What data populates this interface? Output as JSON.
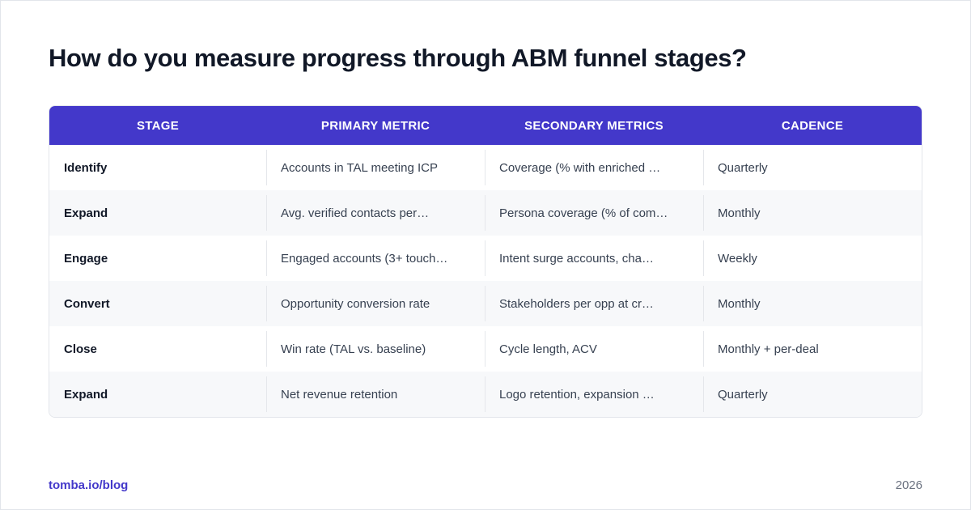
{
  "title": "How do you measure progress through ABM funnel stages?",
  "table": {
    "headers": [
      "STAGE",
      "PRIMARY METRIC",
      "SECONDARY METRICS",
      "CADENCE"
    ],
    "rows": [
      [
        "Identify",
        "Accounts in TAL meeting ICP",
        "Coverage (% with enriched …",
        "Quarterly"
      ],
      [
        "Expand",
        "Avg. verified contacts per…",
        "Persona coverage (% of com…",
        "Monthly"
      ],
      [
        "Engage",
        "Engaged accounts (3+ touch…",
        "Intent surge accounts, cha…",
        "Weekly"
      ],
      [
        "Convert",
        "Opportunity conversion rate",
        "Stakeholders per opp at cr…",
        "Monthly"
      ],
      [
        "Close",
        "Win rate (TAL vs. baseline)",
        "Cycle length, ACV",
        "Monthly + per-deal"
      ],
      [
        "Expand",
        "Net revenue retention",
        "Logo retention, expansion …",
        "Quarterly"
      ]
    ]
  },
  "footer": {
    "link": "tomba.io/blog",
    "year": "2026"
  },
  "colors": {
    "header_bg": "#4338ca",
    "accent": "#4338ca"
  }
}
